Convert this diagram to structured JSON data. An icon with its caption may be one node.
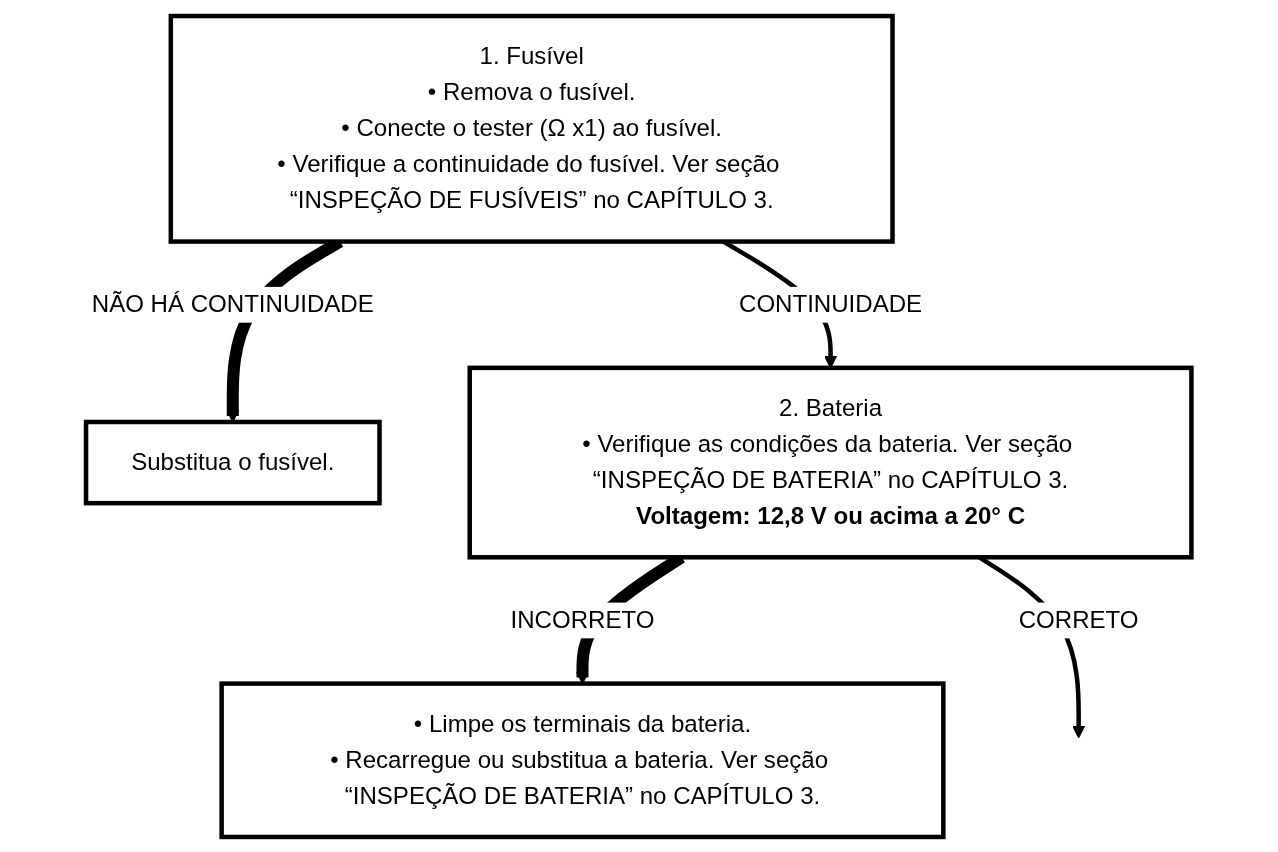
{
  "diagram": {
    "nodes": [
      {
        "text": [
          "1. Fusível",
          "• Remova o fusível.",
          "• Conecte o tester (Ω x1) ao fusível.",
          "• Verifique a continuidade do fusível. Ver seção “INSPEÇÃO DE FUSÍVEIS” no CAPÍTULO 3."
        ]
      },
      {
        "text": [
          "Substitua o fusível."
        ]
      },
      {
        "text": [
          "2. Bateria",
          "• Verifique as condições da bateria. Ver seção “INSPEÇÃO DE BATERIA” no CAPÍTULO 3.",
          "Voltagem: 12,8 V ou acima a 20° C"
        ]
      },
      {
        "text": [
          "• Limpe os terminais da bateria.",
          "• Recarregue ou substitua a bateria. Ver seção “INSPEÇÃO DE BATERIA” no CAPÍTULO 3."
        ]
      }
    ],
    "edges": [
      {
        "from": 0,
        "to": 1,
        "arrow": "to",
        "label": "NÃO HÁ CONTINUIDADE",
        "style": "thick"
      },
      {
        "from": 0,
        "to": 2,
        "arrow": "to",
        "label": "CONTINUIDADE"
      },
      {
        "from": 2,
        "to": 3,
        "arrow": "to",
        "label": "INCORRETO",
        "style": "thick"
      },
      {
        "from": 2,
        "to": null,
        "arrow": "to",
        "label": "CORRETO"
      }
    ]
  }
}
